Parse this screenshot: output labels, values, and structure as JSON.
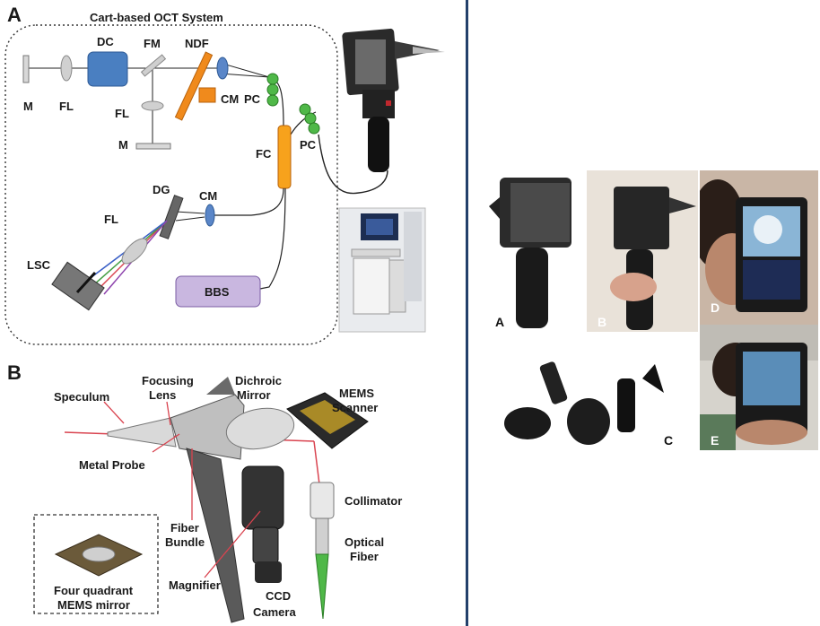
{
  "panel_a": {
    "letter": "A",
    "title": "Cart-based OCT System",
    "labels": {
      "DC": "DC",
      "FM": "FM",
      "NDF": "NDF",
      "M1": "M",
      "FL1": "FL",
      "FL2": "FL",
      "M2": "M",
      "CM1": "CM",
      "PC1": "PC",
      "PC2": "PC",
      "FC": "FC",
      "DG": "DG",
      "CM2": "CM",
      "FL3": "FL",
      "LSC": "LSC",
      "BBS": "BBS"
    }
  },
  "panel_b": {
    "letter": "B",
    "labels": {
      "speculum": "Speculum",
      "focusing_lens_1": "Focusing",
      "focusing_lens_2": "Lens",
      "dichroic_1": "Dichroic",
      "dichroic_2": "Mirror",
      "mems_1": "MEMS",
      "mems_2": "Scanner",
      "metal_probe": "Metal Probe",
      "collimator": "Collimator",
      "fiber_bundle_1": "Fiber",
      "fiber_bundle_2": "Bundle",
      "optical_fiber_1": "Optical",
      "optical_fiber_2": "Fiber",
      "magnifier": "Magnifier",
      "ccd_1": "CCD",
      "ccd_2": "Camera",
      "inset_1": "Four quadrant",
      "inset_2": "MEMS mirror"
    }
  },
  "right_panel": {
    "labels": {
      "A": "A",
      "B": "B",
      "C": "C",
      "D": "D",
      "E": "E"
    }
  },
  "colors": {
    "divider": "#23406b",
    "dc_blue": "#4a7fc1",
    "ndf_orange": "#f08a1c",
    "fc_orange": "#f7a21c",
    "pc_green": "#4fb848",
    "cm_blue": "#5a86c8",
    "bbs_purple": "#c9b7e0",
    "beam_red": "#d9434f"
  }
}
